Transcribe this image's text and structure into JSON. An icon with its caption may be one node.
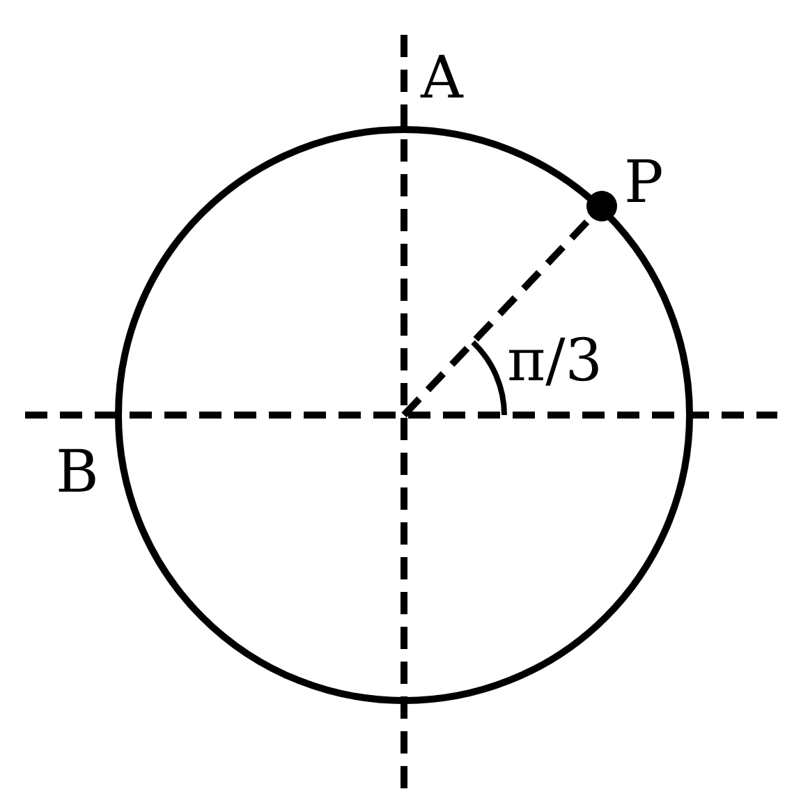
{
  "diagram": {
    "labels": [
      "A",
      "P",
      "π/3",
      "B"
    ]
  }
}
